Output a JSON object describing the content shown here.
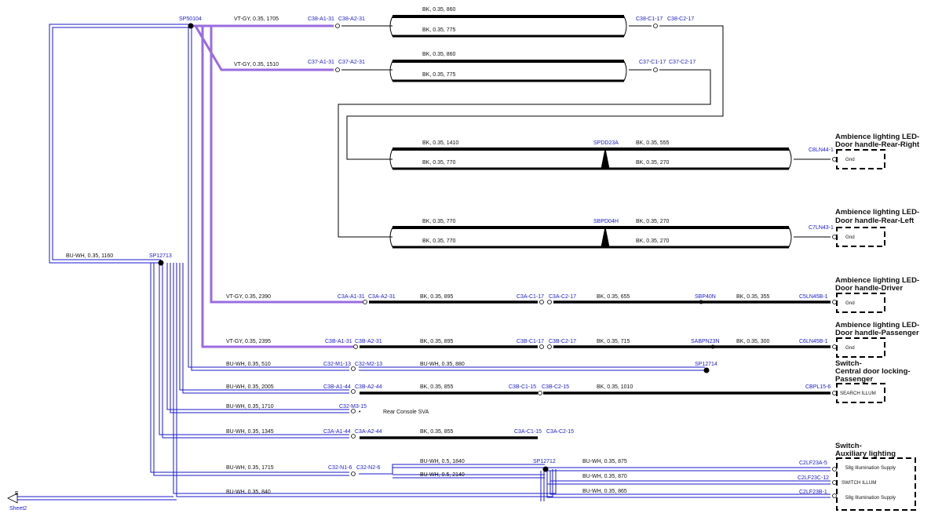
{
  "splices": {
    "sp50104": "SP50104",
    "sp12713": "SP12713",
    "sp12712": "SP12712",
    "sp12714": "SP12714",
    "spdd23a": "SPDD23A",
    "sbpd04h": "SBPD04H",
    "sbp40n": "SBP40N",
    "sabpn23n": "SABPN23N"
  },
  "wires": {
    "w1": "VT-GY,  0.35,  1705",
    "w2": "VT-GY,  0.35,  1510",
    "w3": "VT-GY,  0.35,  2390",
    "w4": "VT-GY,  0.35,  2395",
    "w5": "BU-WH,  0.35,  510",
    "w6": "BU-WH,  0.35,  2005",
    "w7": "BU-WH,  0.35,  1710",
    "w8": "BU-WH,  0.35,  1345",
    "w9": "BU-WH,  0.35,  1715",
    "w10": "BU-WH,  0.35,  840",
    "w11": "BU-WH,  0.35,  1160",
    "bk860a": "BK,  0.35,  860",
    "bk775a": "BK,  0.35,  775",
    "bk860b": "BK,  0.35,  860",
    "bk775b": "BK,  0.35,  775",
    "bk1410": "BK,  0.35,  1410",
    "bk770a": "BK,  0.35,  770",
    "bk555": "BK,  0.35,  555",
    "bk270a": "BK,  0.35,  270",
    "bk770b": "BK,  0.35,  770",
    "bk770c": "BK,  0.35,  770",
    "bk270b": "BK,  0.35,  270",
    "bk270c": "BK,  0.35,  270",
    "bk895a": "BK,  0.35,  895",
    "bk655": "BK,  0.35,  655",
    "bk355": "BK,  0.35,  355",
    "bk895b": "BK,  0.35,  895",
    "bk715": "BK,  0.35,  715",
    "bk300": "BK,  0.35,  300",
    "bu880": "BU-WH,  0.35,  880",
    "bk855a": "BK,  0.35,  855",
    "bk1010": "BK,  0.35,  1010",
    "bk855b": "BK,  0.35,  855",
    "bu1840": "BU-WH,  0.5,  1840",
    "bu2140": "BU-WH,  0.5,  2140",
    "bu875": "BU-WH,  0.35,  875",
    "bu870": "BU-WH,  0.35,  870",
    "bu865": "BU-WH,  0.35,  865"
  },
  "connectors": {
    "c1": "C38-A1-31",
    "c2": "C38-A2-31",
    "c3": "C38-C1-17",
    "c4": "C38-C2-17",
    "c5": "C37-A1-31",
    "c6": "C37-A2-31",
    "c7": "C37-C1-17",
    "c8": "C37-C2-17",
    "c9": "C8LN44-1",
    "c10": "C7LN43-1",
    "c11": "C3A-A1-31",
    "c12": "C3A-A2-31",
    "c13": "C3A-C1-17",
    "c14": "C3A-C2-17",
    "c15": "C5LN45B-1",
    "c16": "C3B-A1-31",
    "c17": "C3B-A2-31",
    "c18": "C3B-C1-17",
    "c19": "C3B-C2-17",
    "c20": "C6LN45B-1",
    "c21": "C32-M1-13",
    "c22": "C32-M2-13",
    "c23": "C3B-A1-44",
    "c24": "C3B-A2-44",
    "c25": "C3B-C1-15",
    "c26": "C3B-C2-15",
    "c27": "CBPL15-6",
    "c28": "C32-M3-15",
    "c29": "C3A-A1-44",
    "c30": "C3A-A2-44",
    "c31": "C3A-C1-15",
    "c32": "C3A-C2-15",
    "c33": "C32-N1-6",
    "c34": "C32-N2-6",
    "c35": "C2LF23A-5",
    "c36": "C2LF23C-12",
    "c37": "C2LF23B-1"
  },
  "components": {
    "rr1": "Ambience lighting LED-",
    "rr2": "Door handle-Rear-Right",
    "rl1": "Ambience lighting LED-",
    "rl2": "Door handle-Rear-Left",
    "dr1": "Ambience lighting LED-",
    "dr2": "Door handle-Driver",
    "ps1": "Ambience lighting LED-",
    "ps2": "Door handle-Passenger",
    "sw1": "Switch-",
    "sw2": "Central door locking-",
    "sw3": "Passenger",
    "aux1": "Switch-",
    "aux2": "Auxiliary lighting"
  },
  "pins": {
    "gnd1": "Gnd",
    "gnd2": "Gnd",
    "gnd3": "Gnd",
    "gnd4": "Gnd",
    "search": "SEARCH ILLUM",
    "p58a": "58g Illumination Supply",
    "switchillum": "SWITCH ILLUM",
    "p58b": "58g Illumination Supply"
  },
  "misc": {
    "rearconsole": "Rear Console SVA",
    "offpage_letter": "E",
    "offpage_sheet": "Sheet2"
  },
  "colors": {
    "black_wire": "#000000",
    "blue_wire": "#1a1acc",
    "purple_wire": "#9a6ce0"
  }
}
